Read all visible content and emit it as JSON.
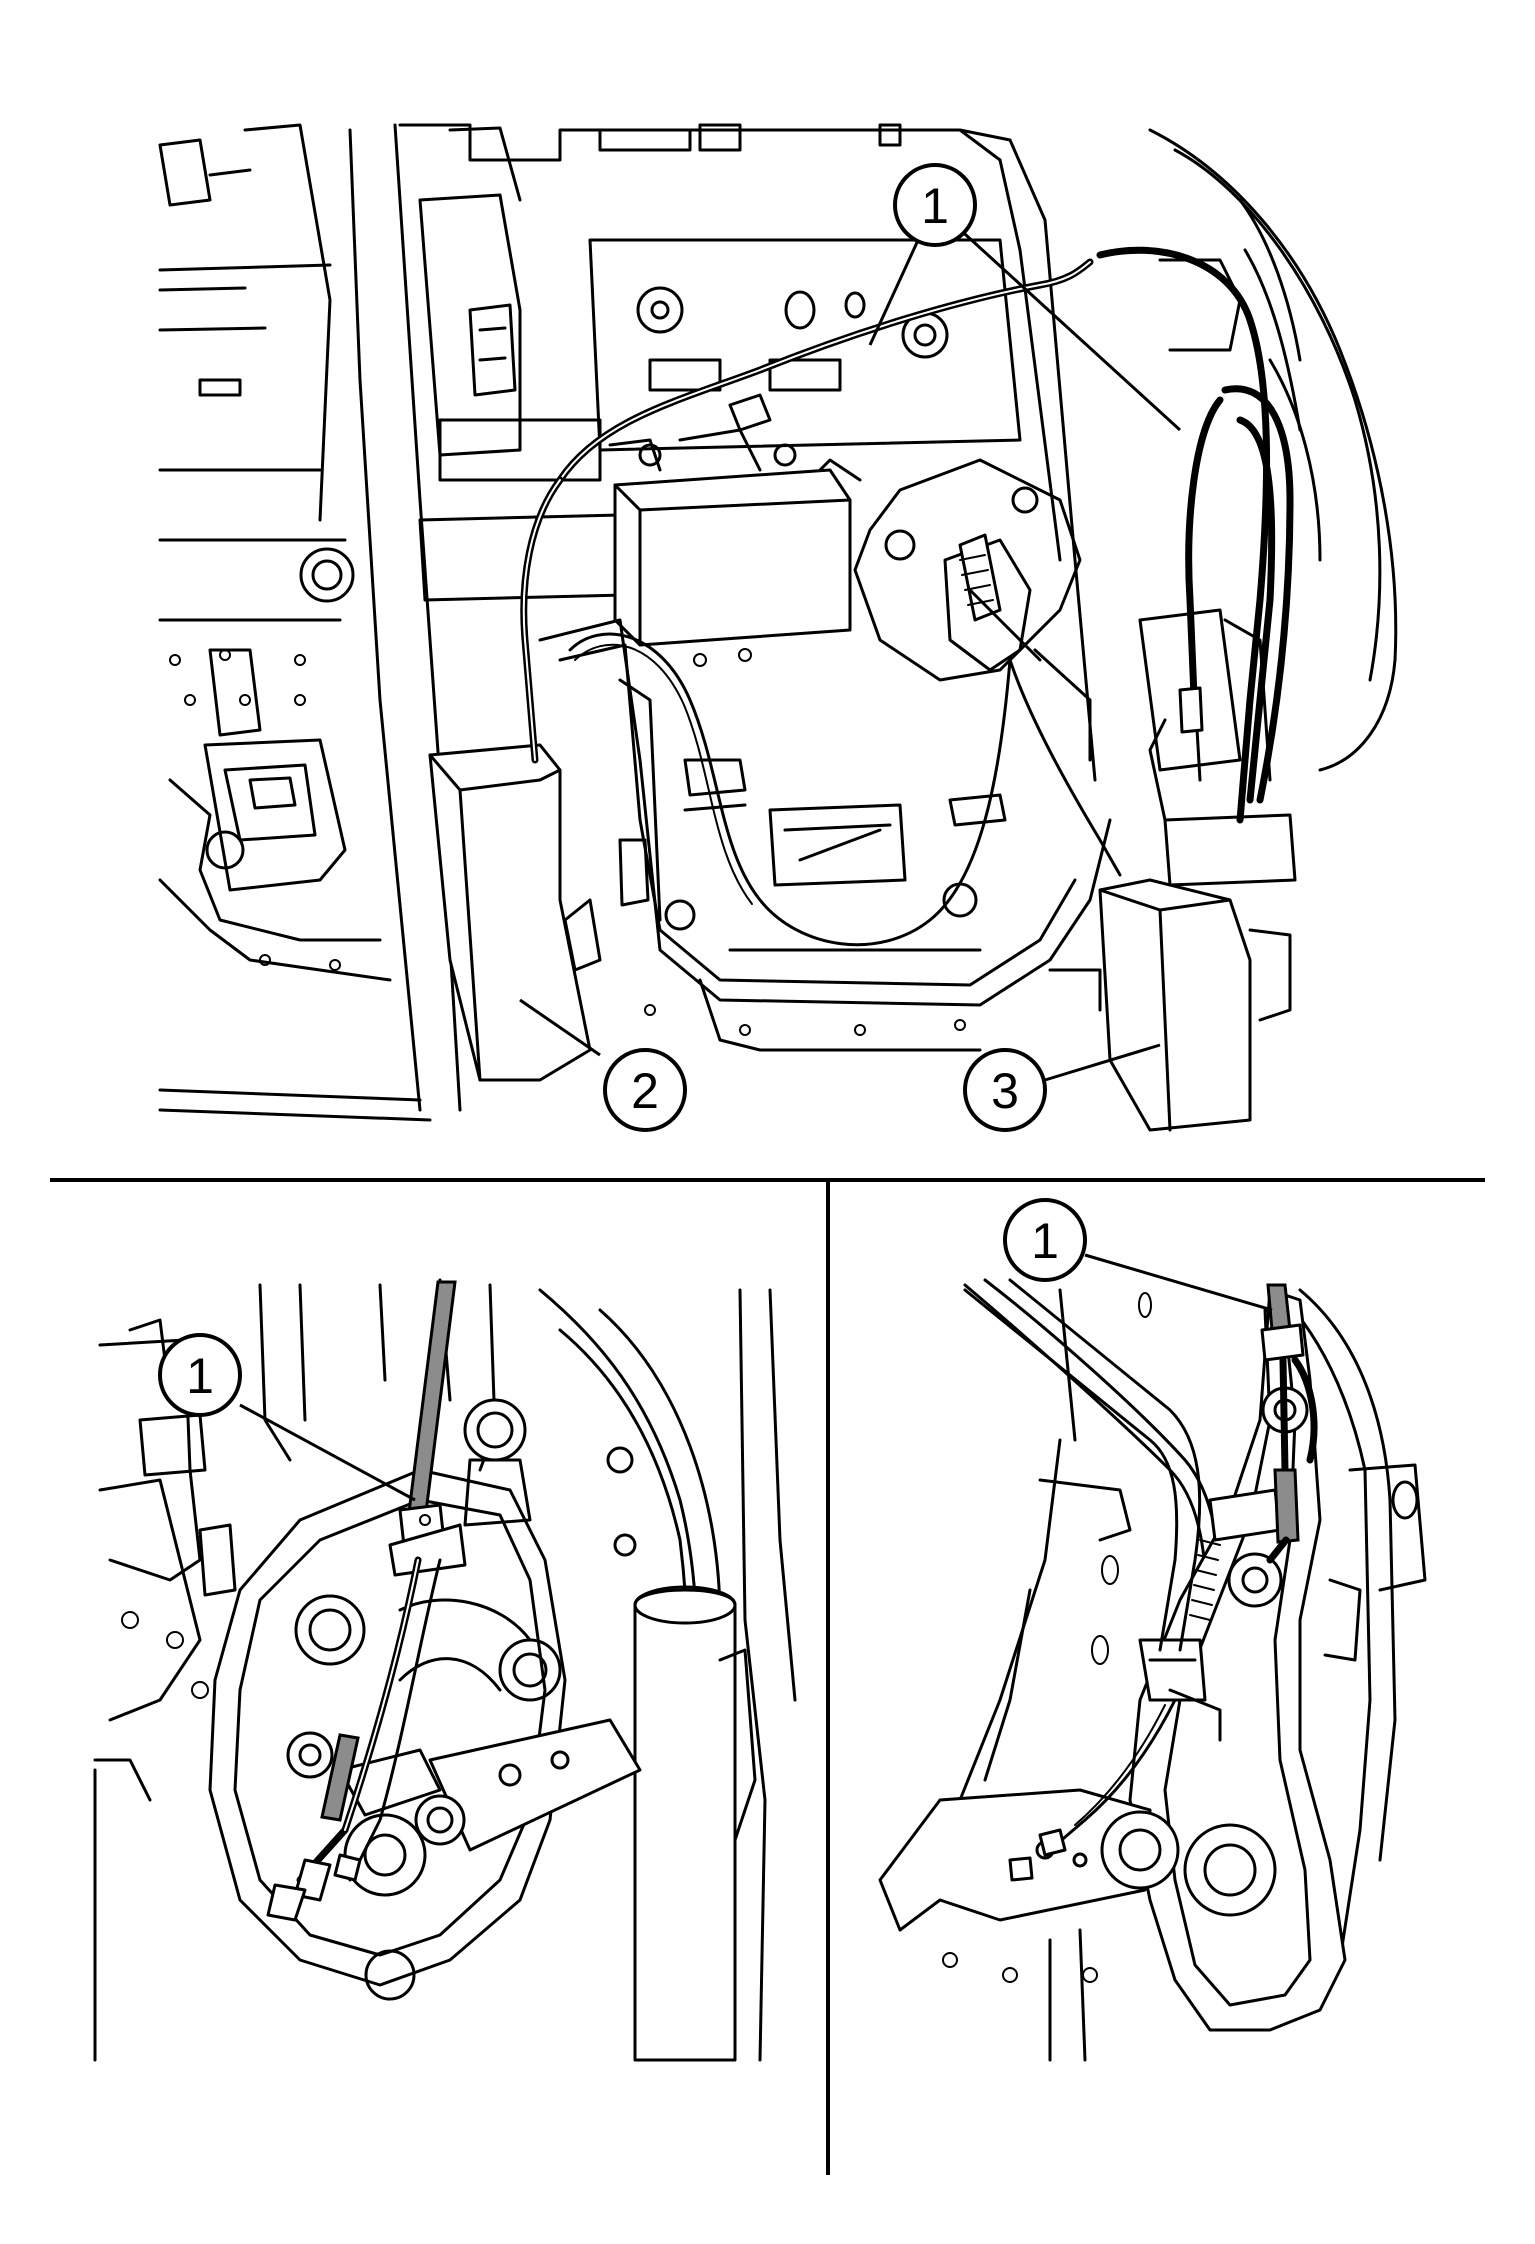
{
  "callouts": {
    "top_1": "1",
    "top_2": "2",
    "top_3": "3",
    "bottom_left_1": "1",
    "bottom_right_1": "1"
  },
  "colors": {
    "line": "#000000",
    "background": "#ffffff",
    "cable_highlight": "#8c8c8c"
  },
  "panels": [
    "top-overview",
    "bottom-left-detail",
    "bottom-right-detail"
  ]
}
